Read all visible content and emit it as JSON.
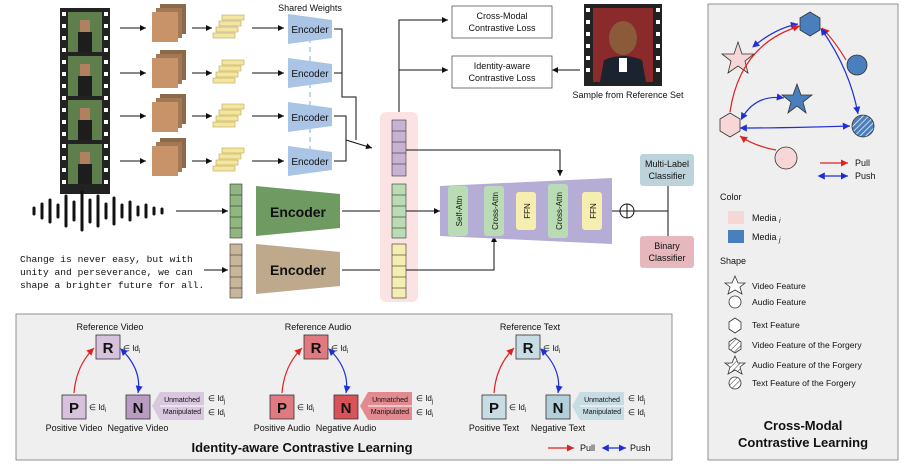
{
  "top": {
    "shared_weights": "Shared Weights",
    "encoder": "Encoder",
    "cross_modal_loss": [
      "Cross-Modal",
      "Contrastive Loss"
    ],
    "identity_loss": [
      "Identity-aware",
      "Contrastive Loss"
    ],
    "sample_ref": "Sample from Reference Set"
  },
  "middle": {
    "audio_encoder": "Encoder",
    "text_encoder": "Encoder",
    "text_sample": [
      "Change is never easy, but with",
      "unity and perseverance, we can",
      "shape a brighter future for all."
    ],
    "transformer_blocks": [
      "Self-Attn",
      "Cross-Attn",
      "FFN",
      "Cross-Attn",
      "FFN"
    ],
    "multi_label": [
      "Multi-Label",
      "Classifier"
    ],
    "binary": [
      "Binary",
      "Classifier"
    ]
  },
  "bottom": {
    "title": "Identity-aware Contrastive Learning",
    "groups": [
      {
        "ref": "Reference Video",
        "pos": "Positive Video",
        "neg": "Negative Video",
        "pcolor": "#d6c2dc",
        "rcolor": "#d6c2dc",
        "ncolor": "#d6c2dc"
      },
      {
        "ref": "Reference Audio",
        "pos": "Positive Audio",
        "neg": "Negative Audio",
        "pcolor": "#e07a80",
        "rcolor": "#e07a80",
        "ncolor": "#e07a80"
      },
      {
        "ref": "Reference Text",
        "pos": "Positive Text",
        "neg": "Negative Text",
        "pcolor": "#c8dce4",
        "rcolor": "#c8dce4",
        "ncolor": "#c8dce4"
      }
    ],
    "letters": {
      "r": "R",
      "p": "P",
      "n": "N"
    },
    "id_i": "∈ Id",
    "unmatched": "Unmatched",
    "manipulated": "Manipulated",
    "pull": "Pull",
    "push": "Push"
  },
  "right": {
    "title": [
      "Cross-Modal",
      "Contrastive Learning"
    ],
    "pull": "Pull",
    "push": "Push",
    "color_heading": "Color",
    "media_i": "Media",
    "media_j": "Media",
    "shape_heading": "Shape",
    "shapes": [
      "Video Feature",
      "Audio Feature",
      "Text Feature",
      "Video Feature of the Forgery",
      "Audio Feature of the Forgery",
      "Text Feature of the Forgery"
    ]
  },
  "colors": {
    "encoder_blue": "#a9c4e4",
    "encoder_green": "#6f9a62",
    "encoder_tan": "#bfa98c",
    "feature_pink": "#fbe3e3",
    "transformer_purple": "#b6add6",
    "block_green": "#b9dcb4",
    "block_yellow": "#f6eeb0",
    "media_i": "#f6d6d6",
    "media_j": "#4a7fbd",
    "pull": "#e02020",
    "push": "#1f2fd8"
  }
}
